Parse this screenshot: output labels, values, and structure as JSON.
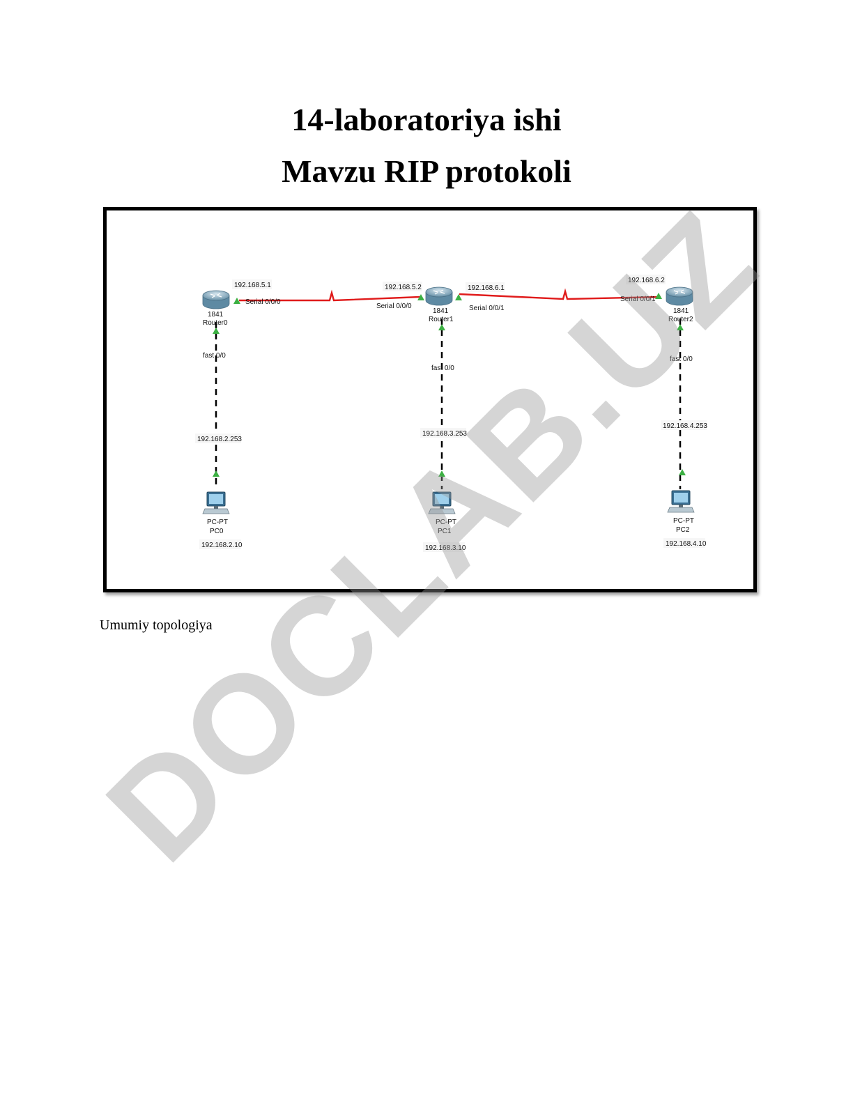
{
  "document": {
    "title": "14-laboratoriya ishi",
    "subtitle": "Mavzu RIP protokoli",
    "caption": "Umumiy topologiya",
    "watermark": "DOCLAB.UZ"
  },
  "topology": {
    "routers": [
      {
        "model": "1841",
        "name": "Router0",
        "wan_ip": "192.168.5.1",
        "wan_port": "Serial 0/0/0",
        "lan_port": "fast 0/0",
        "lan_ip": "192.168.2.253"
      },
      {
        "model": "1841",
        "name": "Router1",
        "wan_ip_left": "192.168.5.2",
        "wan_port_left": "Serial 0/0/0",
        "wan_ip_right": "192.168.6.1",
        "wan_port_right": "Serial 0/0/1",
        "lan_port": "fast 0/0",
        "lan_ip": "192.168.3.253"
      },
      {
        "model": "1841",
        "name": "Router2",
        "wan_ip": "192.168.6.2",
        "wan_port": "Serial 0/0/1",
        "lan_port": "fast 0/0",
        "lan_ip": "192.168.4.253"
      }
    ],
    "pcs": [
      {
        "type": "PC-PT",
        "name": "PC0",
        "ip": "192.168.2.10"
      },
      {
        "type": "PC-PT",
        "name": "PC1",
        "ip": "192.168.3.10"
      },
      {
        "type": "PC-PT",
        "name": "PC2",
        "ip": "192.168.4.10"
      }
    ],
    "colors": {
      "serial_link": "#e01b1b",
      "ethernet_link": "#000000",
      "link_up_indicator": "#3cb043",
      "router_body": "#8fb3c7"
    }
  }
}
